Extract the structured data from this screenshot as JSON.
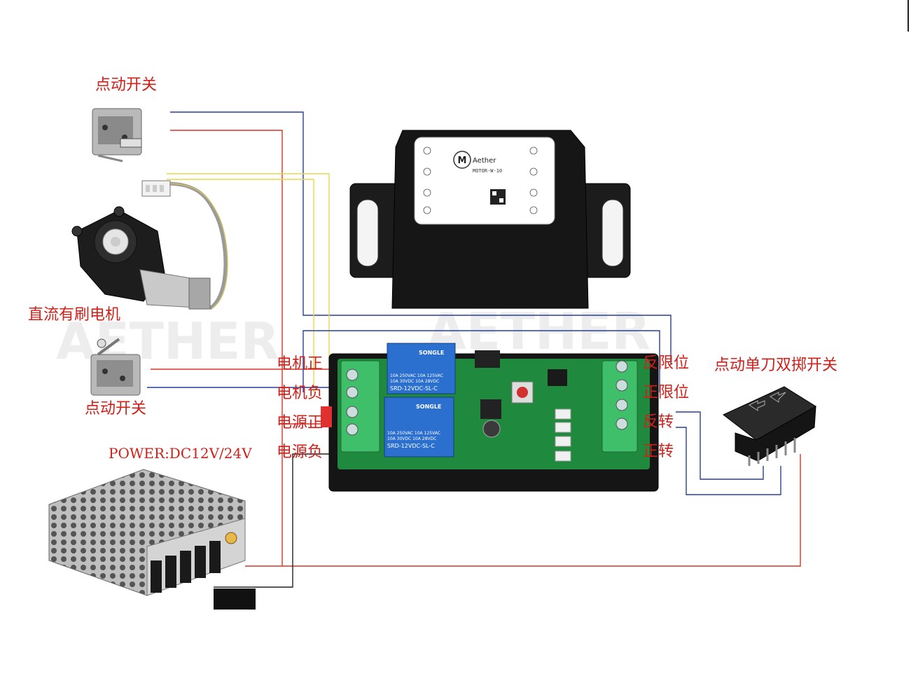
{
  "labels": {
    "jog_switch_top": "点动开关",
    "dc_motor": "直流有刷电机",
    "jog_switch_bottom": "点动开关",
    "power": "POWER:DC12V/24V",
    "motor_pos": "电机正",
    "motor_neg": "电机负",
    "power_pos": "电源正",
    "power_neg": "电源负",
    "reverse_limit": "反限位",
    "forward_limit": "正限位",
    "reverse": "反转",
    "forward": "正转",
    "spdt_switch": "点动单刀双掷开关"
  },
  "relay": {
    "brand": "SONGLE",
    "rating1": "10A 250VAC  10A 125VAC",
    "rating2": "10A  30VDC  10A  28VDC",
    "model": "SRD-12VDC-SL-C"
  },
  "module": {
    "brand": "Aether",
    "model_text": "MOTOR-W-10",
    "center_symbol": "M"
  },
  "watermark": "AETHER",
  "colors": {
    "label": "#d0201a",
    "wire_red": "#d9342a",
    "wire_blue": "#2a3f9a",
    "wire_yellow": "#e8d84a",
    "pcb": "#1f8a3e",
    "relay": "#2b6fcf",
    "terminal": "#3fbf6a"
  }
}
